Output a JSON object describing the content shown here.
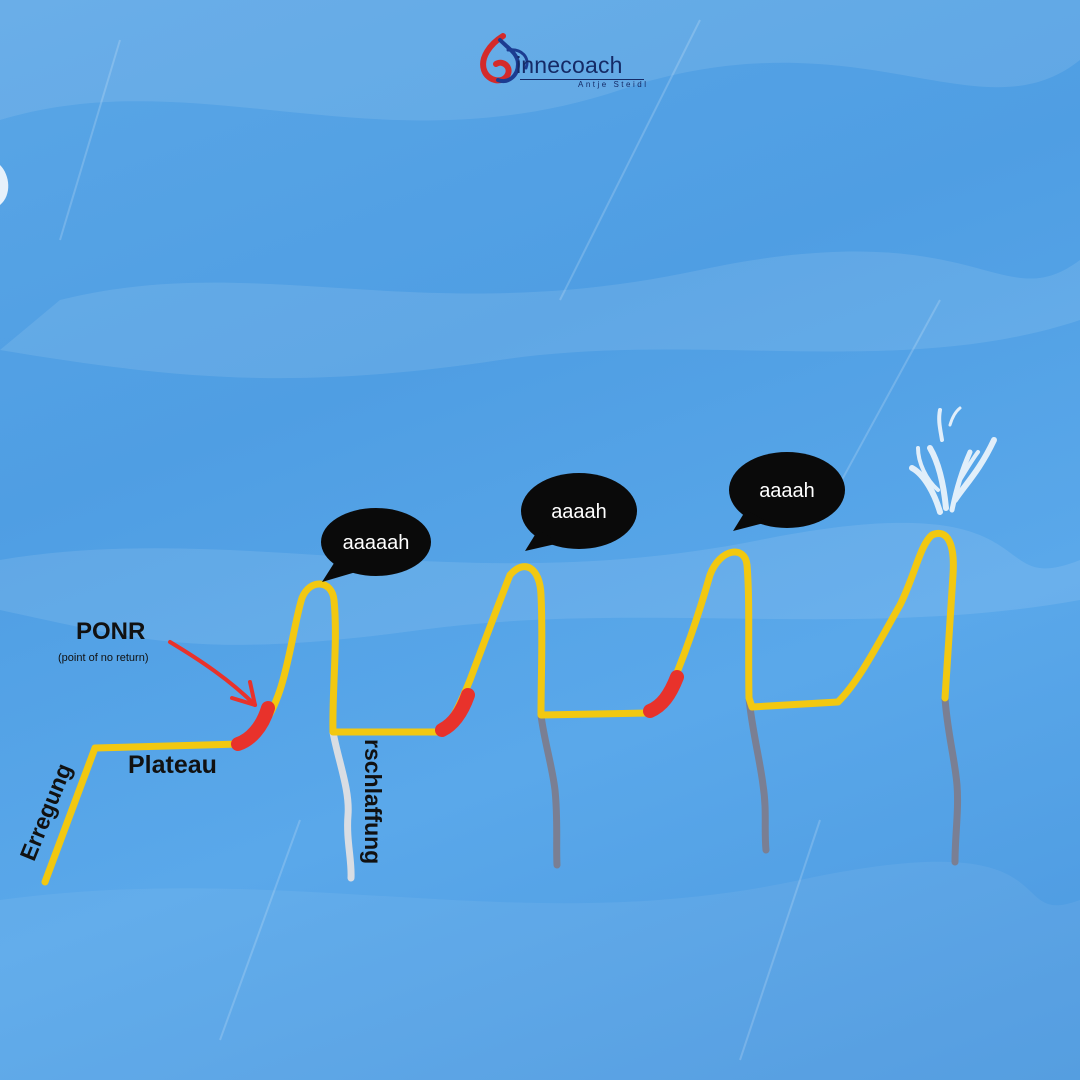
{
  "logo": {
    "brand": "innecoach",
    "tagline": "Antje Steidl"
  },
  "labels": {
    "ponr": "PONR",
    "ponr_sub": "(point of no return)",
    "erregung": "Erregung",
    "plateau": "Plateau",
    "erschlaffung": "rschlaffung"
  },
  "bubbles": [
    {
      "text": "aaaaah"
    },
    {
      "text": "aaaah"
    },
    {
      "text": "aaaah"
    }
  ],
  "colors": {
    "background": "#4f9ee3",
    "curve": "#f2c811",
    "ponr": "#e8322b",
    "erschlaffung_light": "#d9dde3",
    "erschlaffung_grey": "#7a7f93",
    "bubble": "#0a0a0a",
    "arrow": "#e8322b",
    "logo_red": "#d42a2a",
    "logo_blue": "#1c3c91"
  }
}
